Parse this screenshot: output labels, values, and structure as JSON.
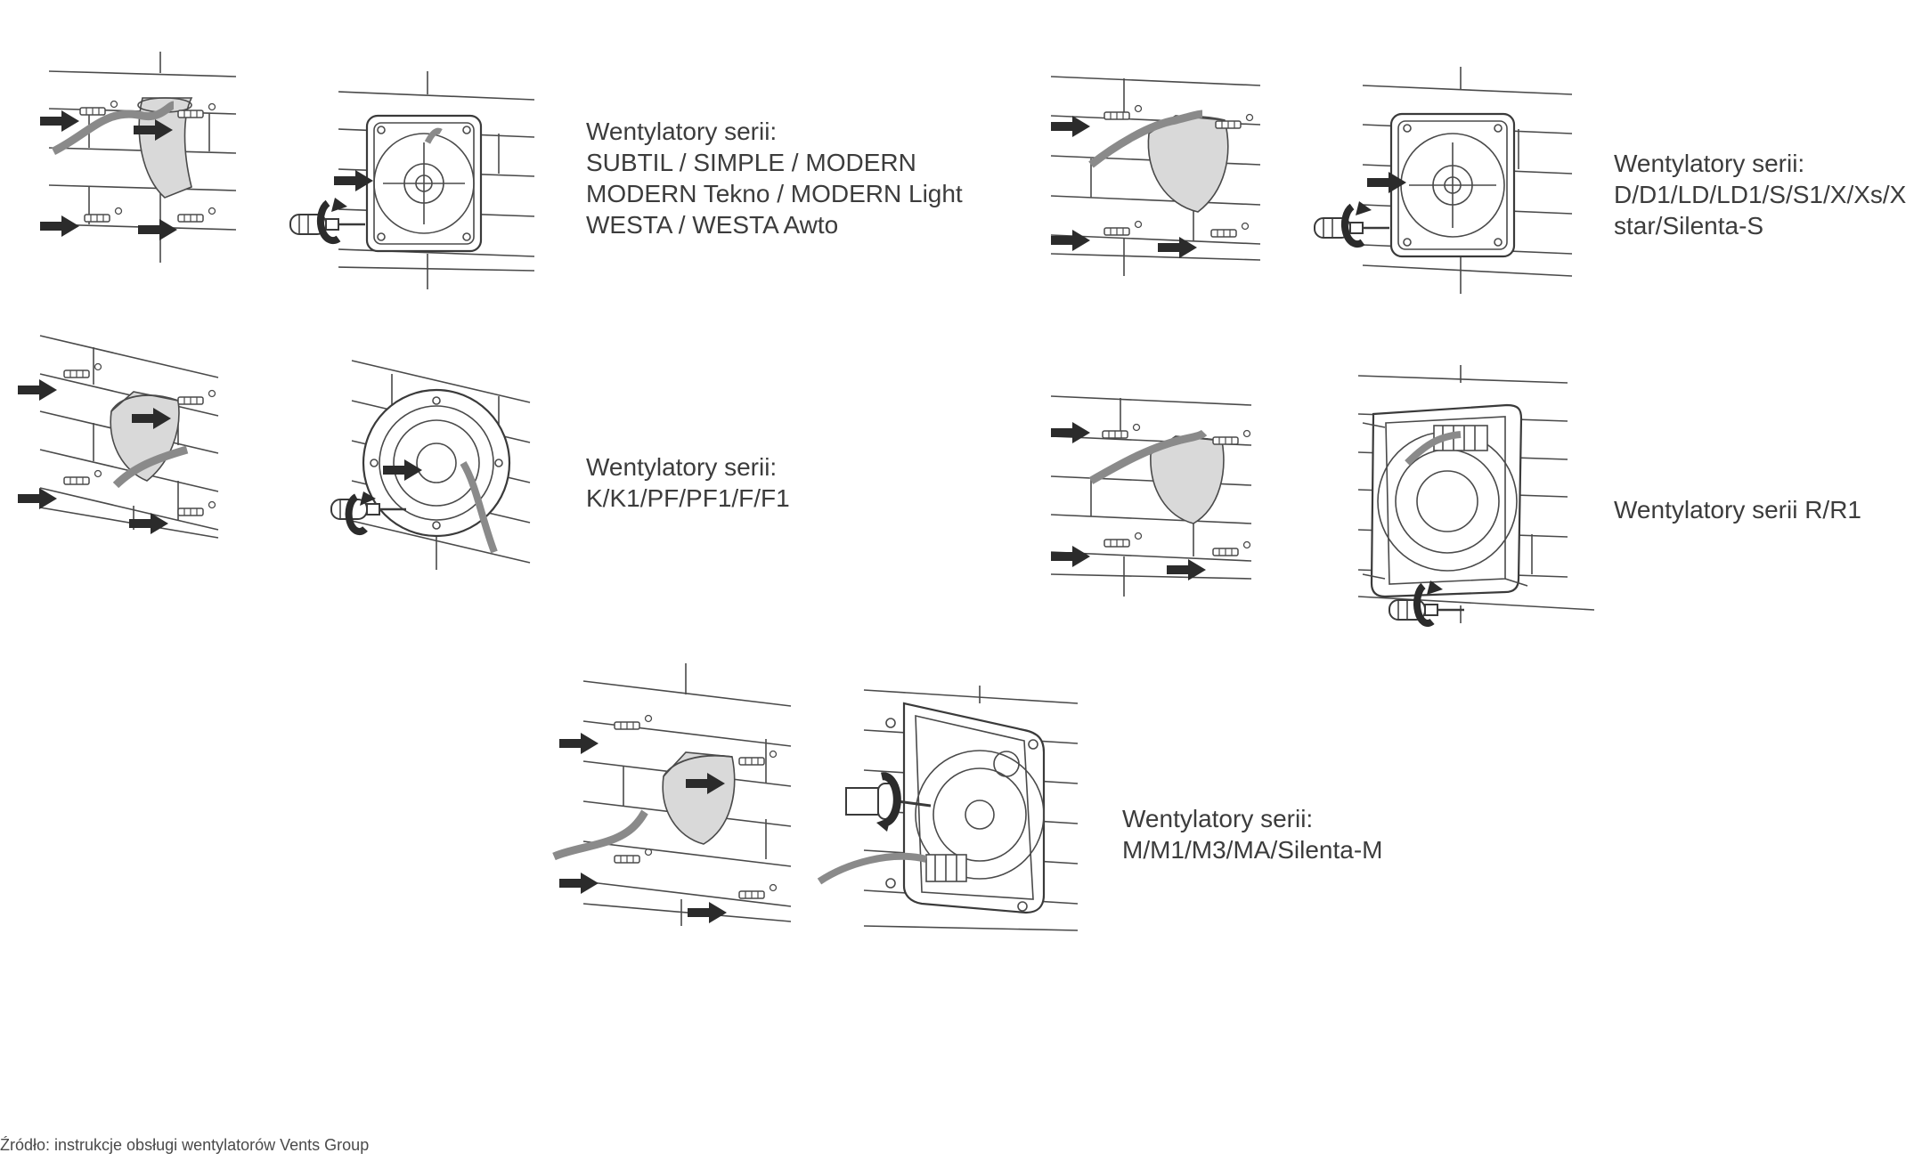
{
  "diagrams": [
    {
      "id": "subtil",
      "caption": [
        "Wentylatory serii:",
        "SUBTIL / SIMPLE / MODERN",
        "MODERN Tekno / MODERN Light",
        "WESTA / WESTA Awto"
      ]
    },
    {
      "id": "d",
      "caption": [
        "Wentylatory serii:",
        "D/D1/LD/LD1/S/S1/X/Xs/X",
        "star/Silenta-S"
      ]
    },
    {
      "id": "k",
      "caption": [
        "Wentylatory serii:",
        "K/K1/PF/PF1/F/F1"
      ]
    },
    {
      "id": "r",
      "caption": [
        "Wentylatory serii R/R1"
      ]
    },
    {
      "id": "m",
      "caption": [
        "Wentylatory serii:",
        "M/M1/M3/MA/Silenta-M"
      ]
    }
  ],
  "source": "Źródło: instrukcje obsługi wentylatorów Vents Group",
  "colors": {
    "line": "#4a4a4a",
    "arrow": "#2b2b2b",
    "tube_fill": "#d9d9d9",
    "cable": "#8a8a8a"
  }
}
